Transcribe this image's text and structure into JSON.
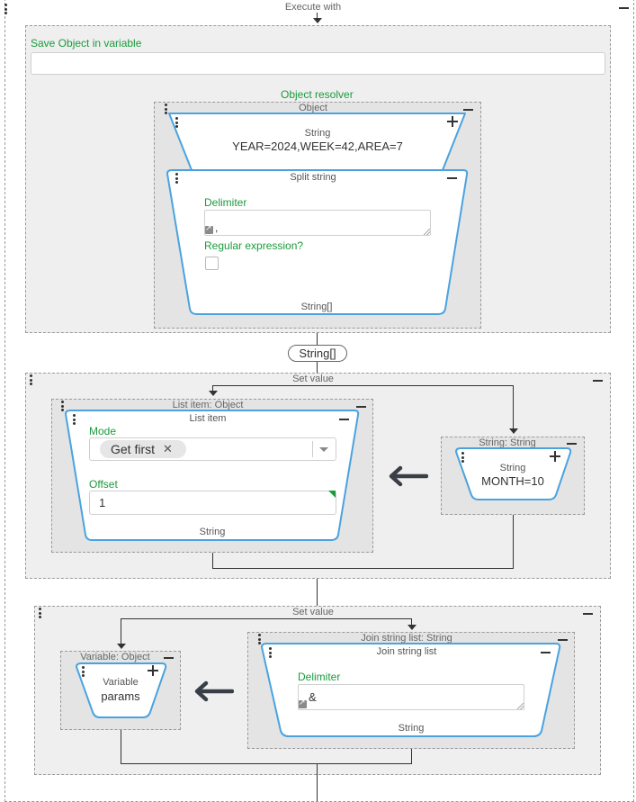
{
  "execute": {
    "title": "Execute with"
  },
  "save_object": {
    "label": "Save Object in variable",
    "value": ""
  },
  "object_resolver": {
    "label": "Object resolver",
    "object_caption": "Object",
    "string_block": {
      "type": "String",
      "value": "YEAR=2024,WEEK=42,AREA=7"
    },
    "split_block": {
      "title": "Split string",
      "delimiter_label": "Delimiter",
      "delimiter_value": ",",
      "regex_label": "Regular expression?",
      "output": "String[]"
    }
  },
  "connector_badge": "String[]",
  "set_value_1": {
    "title": "Set value",
    "list_item_caption": "List item: Object",
    "list_item": {
      "title": "List item",
      "mode_label": "Mode",
      "mode_value": "Get first",
      "offset_label": "Offset",
      "offset_value": "1",
      "output": "String"
    },
    "string_caption": "String: String",
    "string_block": {
      "type": "String",
      "value": "MONTH=10"
    }
  },
  "set_value_2": {
    "title": "Set value",
    "variable_caption": "Variable: Object",
    "variable_block": {
      "type": "Variable",
      "value": "params"
    },
    "join_caption": "Join string list: String",
    "join_block": {
      "title": "Join string list",
      "delimiter_label": "Delimiter",
      "delimiter_value": "&",
      "output": "String"
    }
  },
  "colors": {
    "accent_blue": "#4aa3df",
    "green_label": "#1a9b3c",
    "panel": "#efefef"
  }
}
